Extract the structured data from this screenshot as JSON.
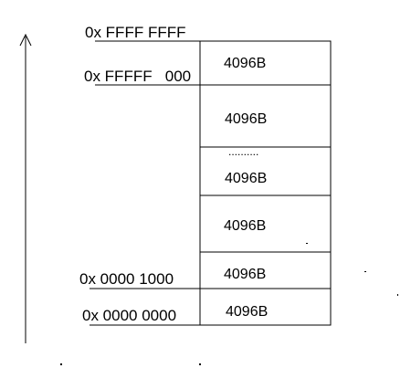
{
  "address_labels": [
    {
      "text": "0x FFFF FFFF"
    },
    {
      "text": "0x FFFFF   000"
    },
    {
      "text": "0x 0000 1000"
    },
    {
      "text": "0x 0000 0000"
    }
  ],
  "blocks": [
    {
      "label": "4096B"
    },
    {
      "label": "4096B"
    },
    {
      "label": "4096B"
    },
    {
      "label": "4096B"
    },
    {
      "label": "4096B"
    },
    {
      "label": "4096B"
    }
  ],
  "ellipsis": "..........",
  "colors": {
    "line": "#000000",
    "background": "#ffffff"
  },
  "icons": {
    "axis": "up-arrow-icon"
  }
}
